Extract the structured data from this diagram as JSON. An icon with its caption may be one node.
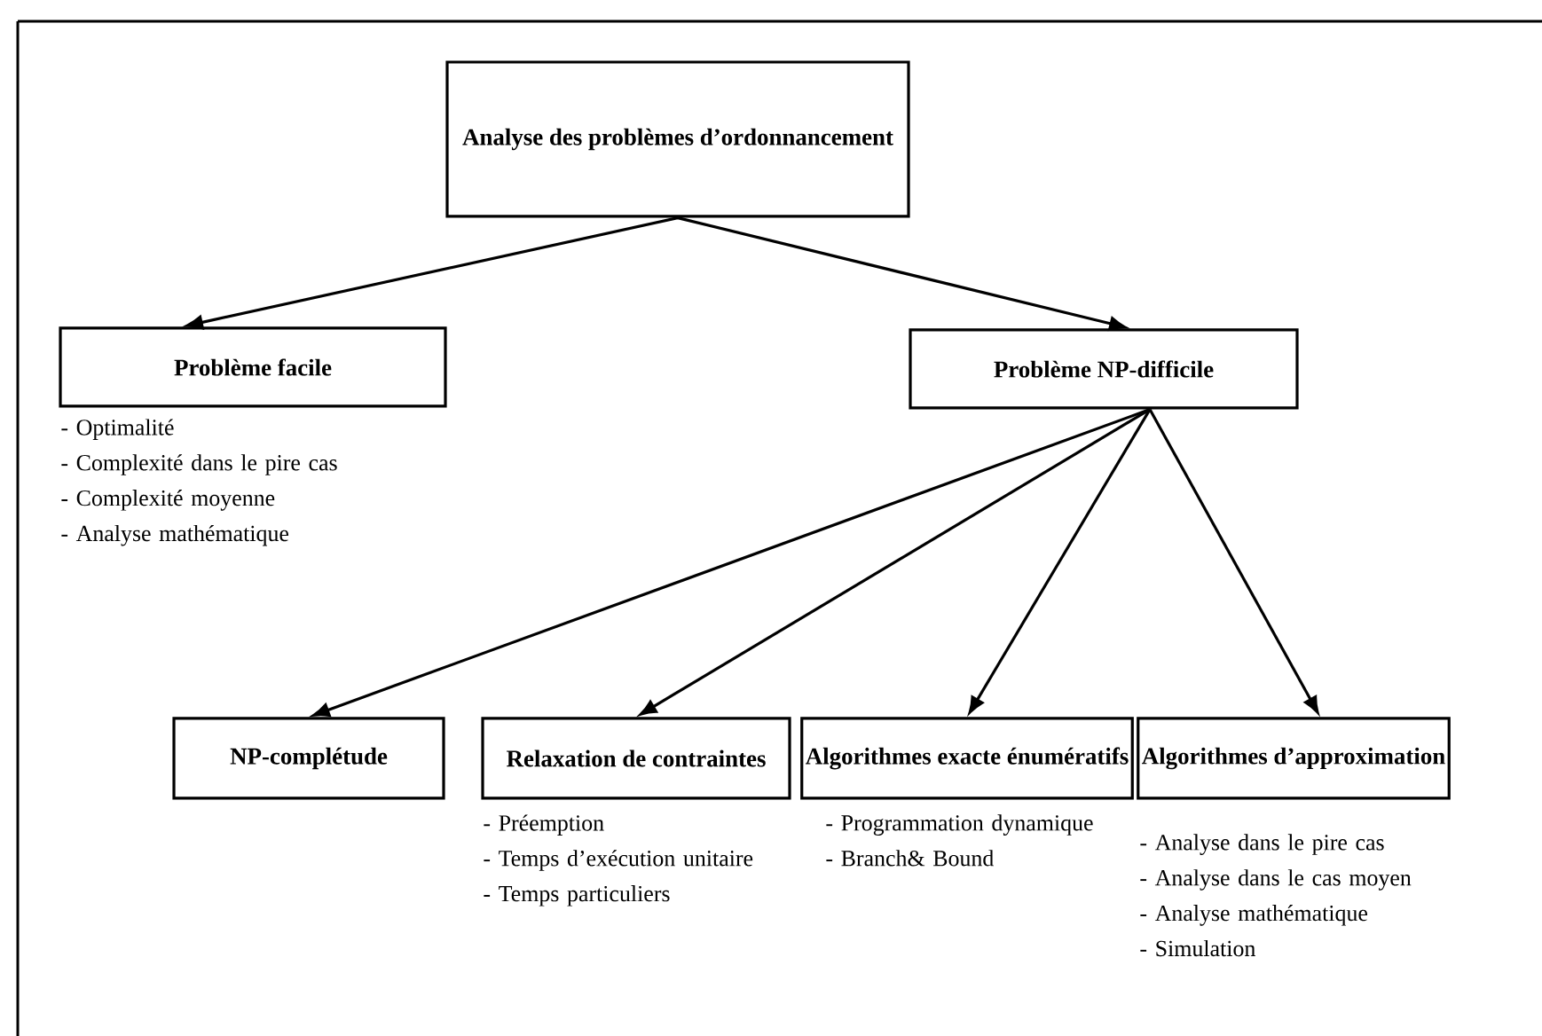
{
  "diagram": {
    "nodes": [
      {
        "text": [
          "Analyse des problèmes d’ordonnancement"
        ]
      },
      {
        "text": [
          "Problème facile"
        ],
        "beside": [
          "- Optimalité",
          "- Complexité dans le pire cas",
          "- Complexité moyenne",
          "- Analyse mathématique"
        ]
      },
      {
        "text": [
          "Problème NP-difficile"
        ]
      },
      {
        "text": [
          "NP-complétude"
        ]
      },
      {
        "text": [
          "Relaxation de contraintes"
        ],
        "beside": [
          "- Préemption",
          "- Temps d’exécution unitaire",
          "- Temps particuliers"
        ]
      },
      {
        "text": [
          "Algorithmes exacte énumératifs"
        ],
        "beside": [
          "- Programmation dynamique",
          "- Branch& Bound"
        ]
      },
      {
        "text": [
          "Algorithmes d’approximation"
        ],
        "beside": [
          "- Analyse dans le pire cas",
          "- Analyse dans le cas moyen",
          "- Analyse mathématique",
          "- Simulation"
        ]
      }
    ],
    "edges": [
      {
        "from": 0,
        "to": 1,
        "arrow": "to"
      },
      {
        "from": 0,
        "to": 2,
        "arrow": "to"
      },
      {
        "from": 2,
        "to": 3,
        "arrow": "to"
      },
      {
        "from": 2,
        "to": 4,
        "arrow": "to"
      },
      {
        "from": 2,
        "to": 5,
        "arrow": "to"
      },
      {
        "from": 2,
        "to": 6,
        "arrow": "to"
      }
    ]
  }
}
